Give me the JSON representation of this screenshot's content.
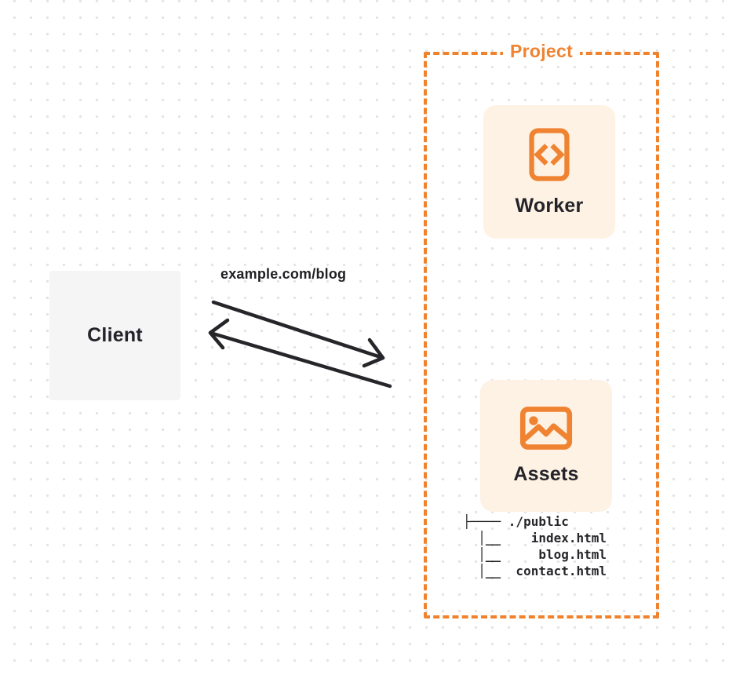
{
  "diagram": {
    "client": {
      "label": "Client"
    },
    "request_url": "example.com/blog",
    "project": {
      "label": "Project",
      "worker": {
        "label": "Worker",
        "icon": "code-icon"
      },
      "assets": {
        "label": "Assets",
        "icon": "image-icon"
      },
      "file_tree": [
        "├──── ./public",
        "  │__    index.html",
        "  │__     blog.html",
        "  │__  contact.html"
      ]
    },
    "colors": {
      "accent_orange": "#f0822d",
      "card_background": "#fdf2e4",
      "client_background": "#f5f5f6",
      "text_dark": "#232329",
      "arrow": "#26262a",
      "grid_dot": "#e4e4e7"
    }
  }
}
